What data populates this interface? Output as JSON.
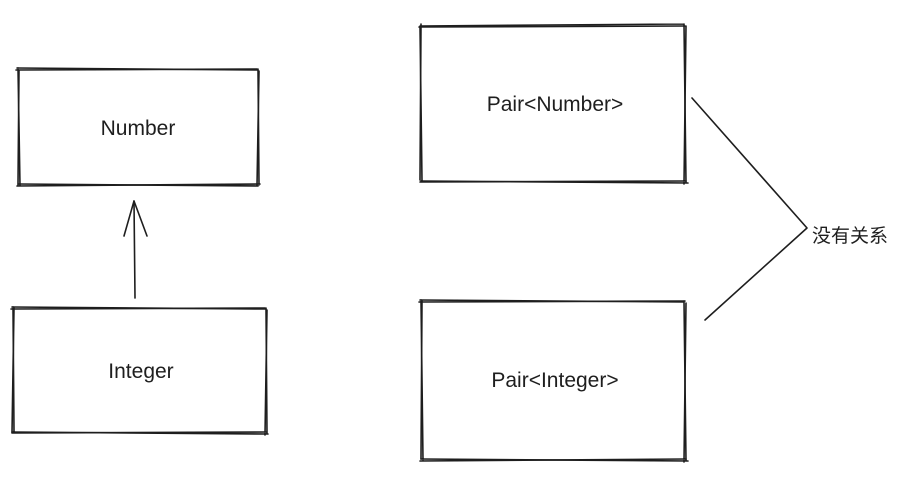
{
  "diagram": {
    "boxes": {
      "number": {
        "label": "Number"
      },
      "integer": {
        "label": "Integer"
      },
      "pair_number": {
        "label": "Pair<Number>"
      },
      "pair_integer": {
        "label": "Pair<Integer>"
      }
    },
    "relation_note": {
      "label": "没有关系"
    },
    "colors": {
      "stroke": "#1e1e1e",
      "background": "#ffffff"
    }
  }
}
